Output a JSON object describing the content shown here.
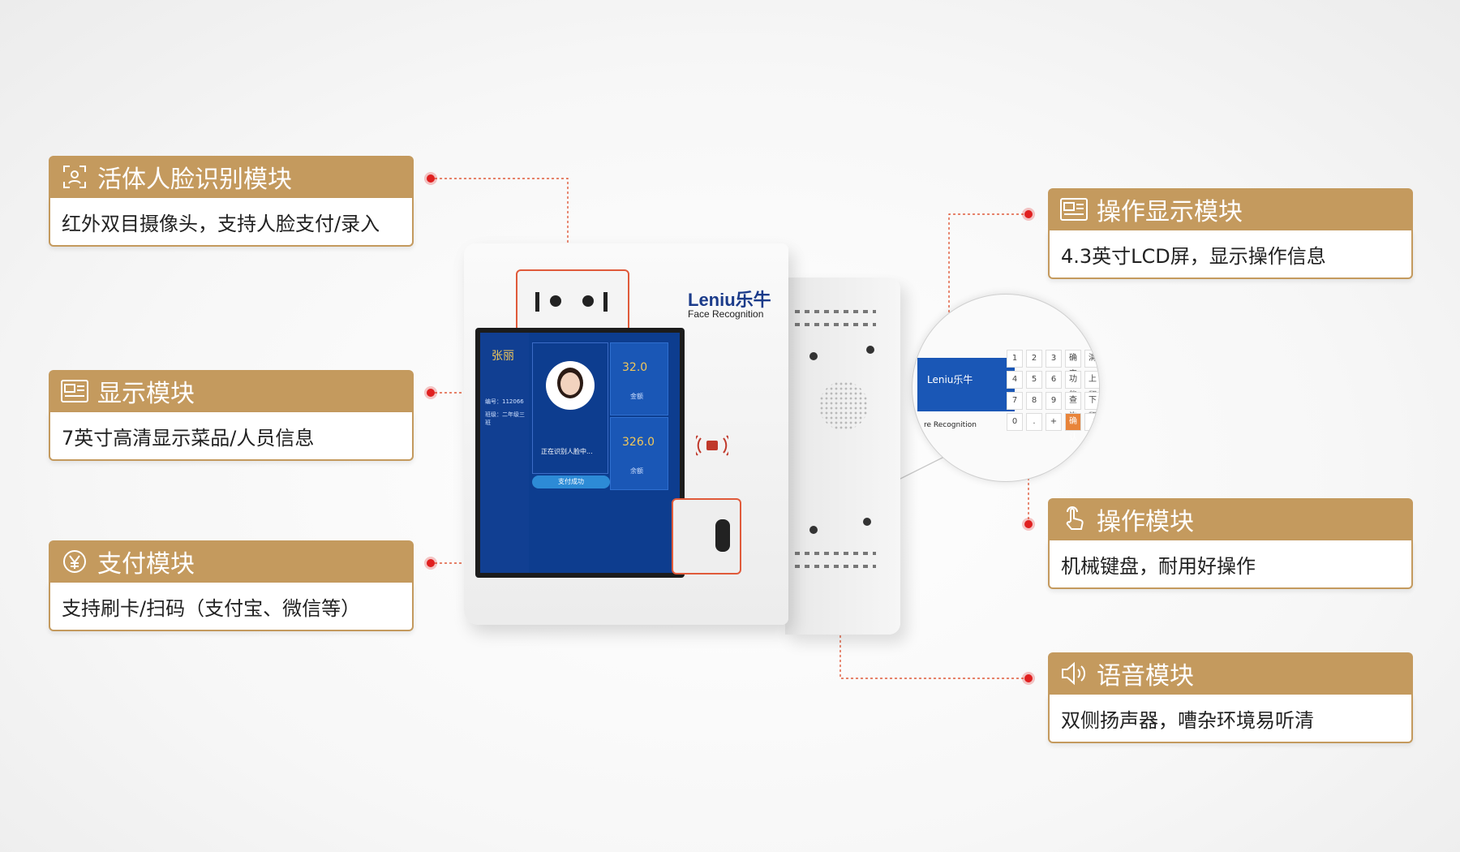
{
  "colors": {
    "gold": "#c49a5e",
    "dot": "#e02020",
    "line": "#e05a3a"
  },
  "callouts": [
    {
      "title": "活体人脸识别模块",
      "desc": "红外双目摄像头，支持人脸支付/录入",
      "icon": "face-scan-icon"
    },
    {
      "title": "显示模块",
      "desc": "7英寸高清显示菜品/人员信息",
      "icon": "display-icon"
    },
    {
      "title": "支付模块",
      "desc": "支持刷卡/扫码（支付宝、微信等）",
      "icon": "yuan-icon"
    },
    {
      "title": "操作显示模块",
      "desc": "4.3英寸LCD屏，显示操作信息",
      "icon": "display-icon"
    },
    {
      "title": "操作模块",
      "desc": "机械键盘，耐用好操作",
      "icon": "hand-pointer-icon"
    },
    {
      "title": "语音模块",
      "desc": "双侧扬声器，嘈杂环境易听清",
      "icon": "speaker-icon"
    }
  ],
  "device": {
    "brand": "Leniu乐牛",
    "brand_sub": "Face Recognition",
    "screen": {
      "name": "张丽",
      "id_line": "编号：112066",
      "class_line": "班级：二年级三班",
      "status": "正在识别人脸中...",
      "amount": "32.0",
      "amount_label": "金额",
      "balance": "326.0",
      "balance_label": "余额",
      "pay_button": "支付成功"
    }
  },
  "zoom": {
    "brand": "Leniu乐牛",
    "sub": "re Recognition",
    "keys": [
      "1",
      "2",
      "3",
      "确定",
      "清",
      "4",
      "5",
      "6",
      "功能",
      "上翻",
      "7",
      "8",
      "9",
      "查询",
      "下翻",
      "0",
      ".",
      "+",
      "确认",
      ""
    ]
  }
}
